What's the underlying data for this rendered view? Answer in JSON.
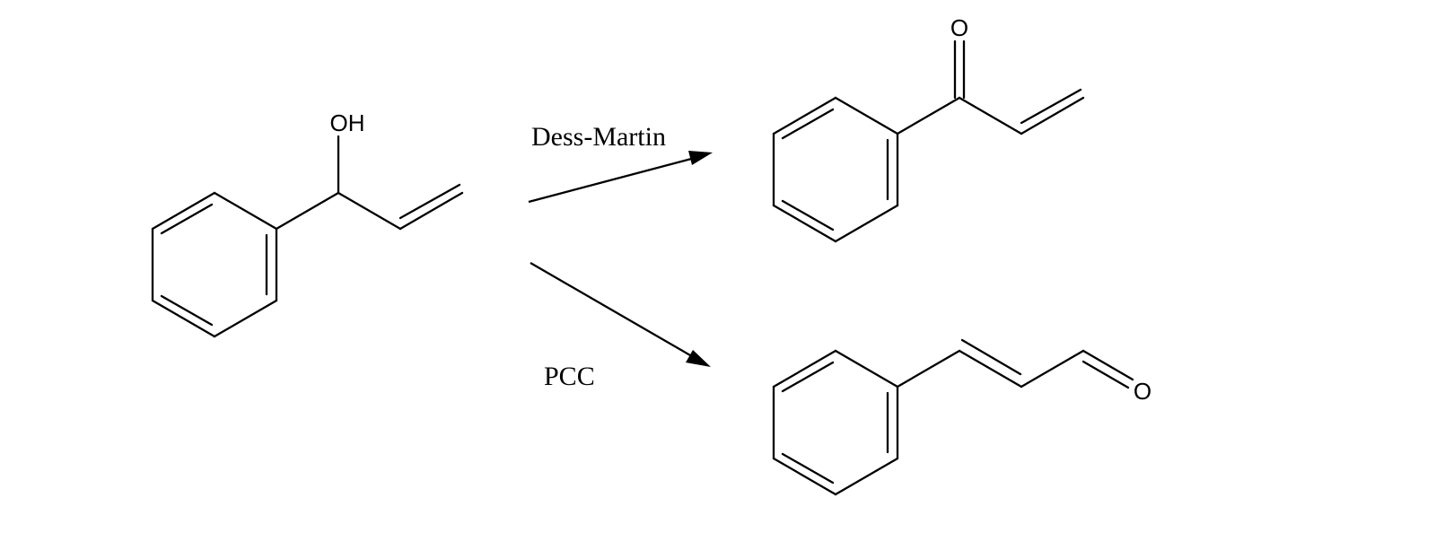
{
  "reaction_scheme": {
    "starting_material": {
      "hydroxyl_label": "OH"
    },
    "upper_pathway": {
      "reagent": "Dess-Martin",
      "product_oxygen_label": "O"
    },
    "lower_pathway": {
      "reagent": "PCC",
      "product_oxygen_label": "O"
    }
  },
  "colors": {
    "ink": "#000000",
    "background": "#ffffff"
  }
}
